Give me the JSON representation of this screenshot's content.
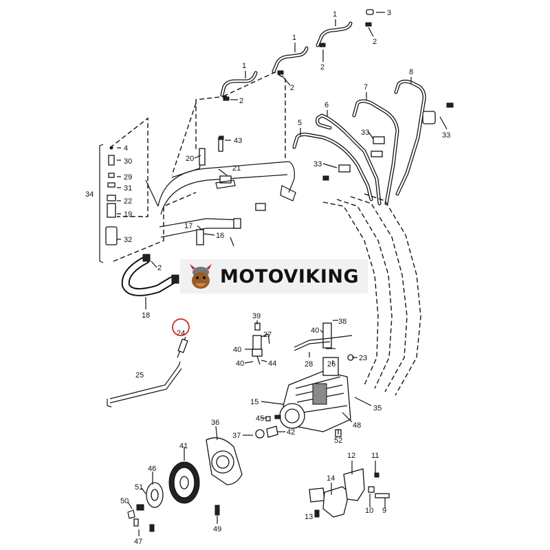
{
  "diagram": {
    "brand_logo_text": "MOTOVIKING",
    "highlighted_callout": "24",
    "highlight_color": "#d62020",
    "callouts": {
      "c1a": "1",
      "c1b": "1",
      "c1c": "1",
      "c2a": "2",
      "c2b": "2",
      "c2c": "2",
      "c2d": "2",
      "c2e": "2",
      "c2f": "2",
      "c3": "3",
      "c4": "4",
      "c5": "5",
      "c6": "6",
      "c7": "7",
      "c8": "8",
      "c9": "9",
      "c10": "10",
      "c11": "11",
      "c12": "12",
      "c13": "13",
      "c14": "14",
      "c15": "15",
      "c16": "16",
      "c17": "17",
      "c18": "18",
      "c19": "19",
      "c20": "20",
      "c21": "21",
      "c22": "22",
      "c23": "23",
      "c24": "24",
      "c25": "25",
      "c26": "26",
      "c27": "27",
      "c28": "28",
      "c29": "29",
      "c30": "30",
      "c31": "31",
      "c32": "32",
      "c33a": "33",
      "c33b": "33",
      "c33c": "33",
      "c34": "34",
      "c35": "35",
      "c36": "36",
      "c37": "37",
      "c38": "38",
      "c39": "39",
      "c40a": "40",
      "c40b": "40",
      "c40c": "40",
      "c41": "41",
      "c42": "42",
      "c43": "43",
      "c44": "44",
      "c45": "45",
      "c46": "46",
      "c47": "47",
      "c48": "48",
      "c49": "49",
      "c50": "50",
      "c51": "51",
      "c52": "52"
    }
  }
}
